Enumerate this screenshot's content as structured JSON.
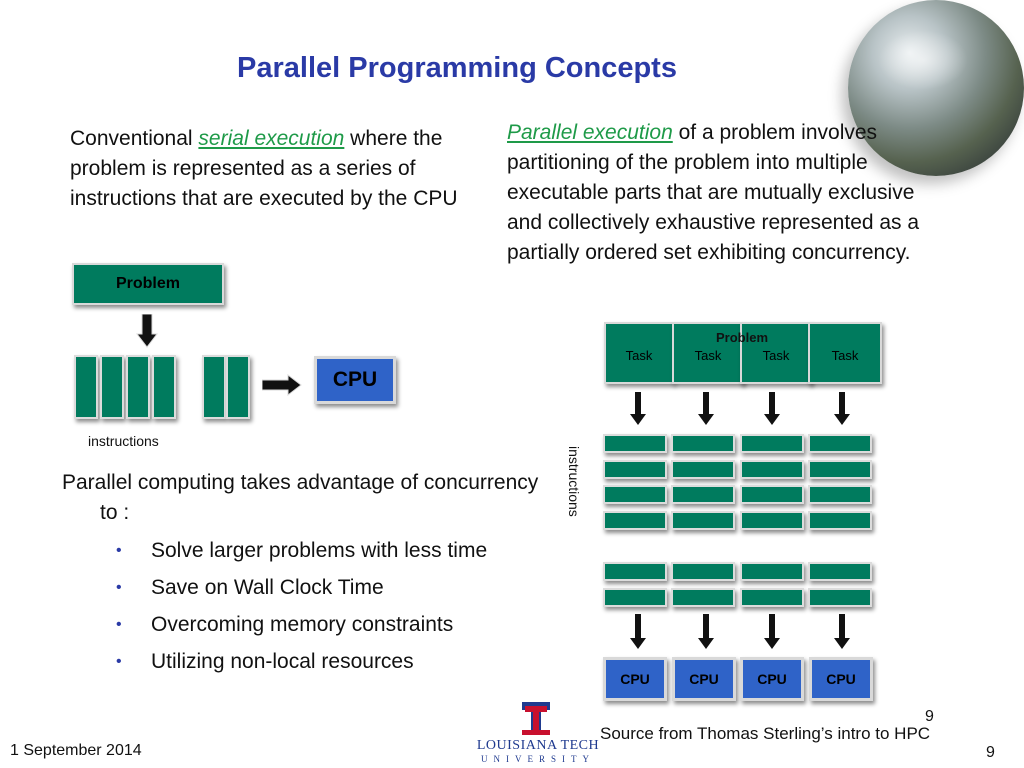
{
  "title": "Parallel Programming Concepts",
  "left_text": {
    "prefix": "Conventional ",
    "link": "serial execution",
    "rest": " where the problem is represented as a series of instructions that are executed by the CPU"
  },
  "right_text": {
    "link": "Parallel execution",
    "rest": " of a problem involves partitioning of the problem into multiple executable parts that are mutually exclusive and collectively exhaustive represented as a partially ordered set exhibiting concurrency."
  },
  "serial_diagram": {
    "problem_label": "Problem",
    "cpu_label": "CPU",
    "instructions_label": "instructions"
  },
  "parallel_diagram": {
    "problem_label": "Problem",
    "task_labels": [
      "Task",
      "Task",
      "Task",
      "Task"
    ],
    "instructions_label": "instructions",
    "cpu_labels": [
      "CPU",
      "CPU",
      "CPU",
      "CPU"
    ]
  },
  "body_text": "Parallel computing takes advantage of concurrency to :",
  "bullets": [
    "Solve larger problems with less time",
    "Save on Wall Clock Time",
    "Overcoming memory constraints",
    "Utilizing non-local resources"
  ],
  "source": "Source from Thomas Sterling’s intro to HPC",
  "slide_number_top": "9",
  "slide_number_bottom": "9",
  "date": "1 September 2014",
  "logo": {
    "line1": "LOUISIANA TECH",
    "line2": "UNIVERSITY"
  },
  "colors": {
    "title": "#2a3aa6",
    "box": "#007b5e",
    "cpu": "#2f63c8",
    "link": "#1e9a48"
  }
}
